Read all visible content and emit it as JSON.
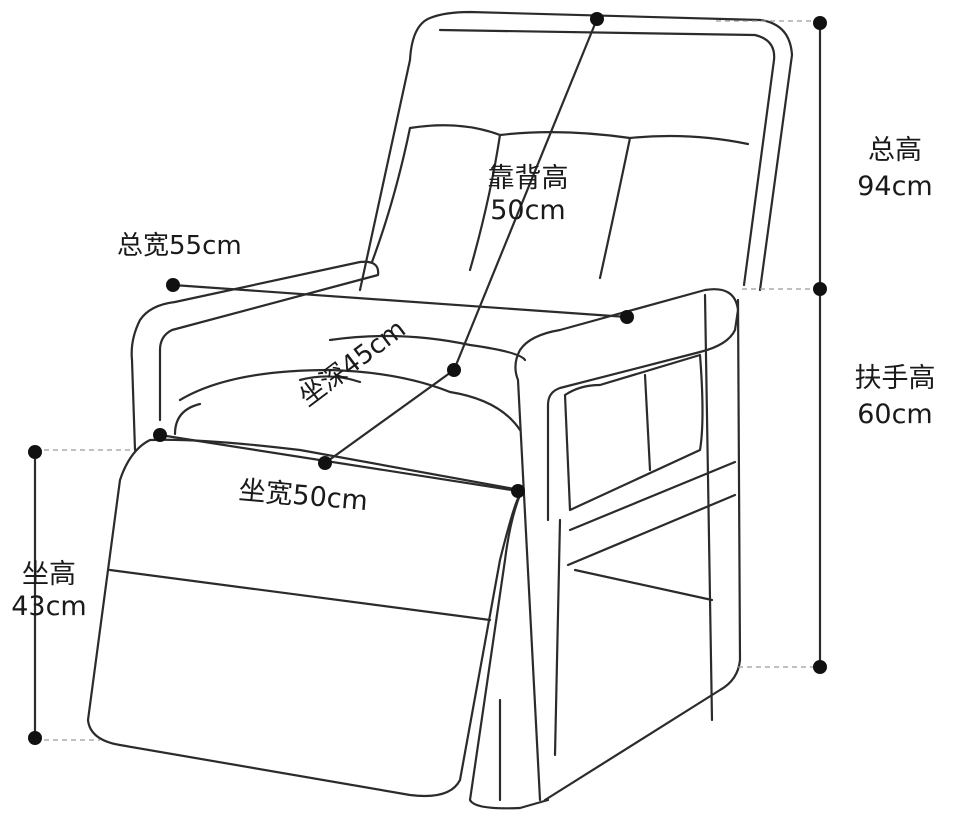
{
  "colors": {
    "line": "#2b2b2b",
    "guide": "#9a9a9a",
    "text": "#1a1a1a"
  },
  "dimensions": {
    "back_height": {
      "name": "靠背高",
      "value": "50cm"
    },
    "total_width": {
      "label": "总宽55cm"
    },
    "seat_depth": {
      "label": "坐深45cm"
    },
    "seat_width": {
      "label": "坐宽50cm"
    },
    "total_height": {
      "name": "总高",
      "value": "94cm"
    },
    "armrest_height": {
      "name": "扶手高",
      "value": "60cm"
    },
    "seat_height": {
      "name": "坐高",
      "value": "43cm"
    }
  }
}
